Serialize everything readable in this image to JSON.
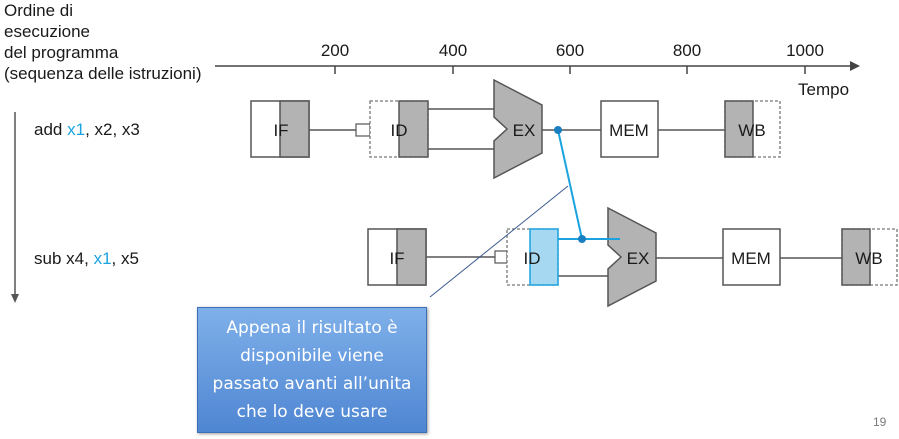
{
  "order_label": [
    "Ordine di",
    "esecuzione",
    "del programma",
    "(sequenza delle istruzioni)"
  ],
  "time_axis": {
    "ticks": [
      "200",
      "400",
      "600",
      "800",
      "1000"
    ],
    "label": "Tempo"
  },
  "instructions": [
    {
      "op": "add",
      "dest": "x1",
      "rest": ", x2, x3",
      "stages": [
        "IF",
        "ID",
        "EX",
        "MEM",
        "WB"
      ]
    },
    {
      "op": "sub",
      "first": "x4, ",
      "src": "x1",
      "rest": ", x5",
      "stages": [
        "IF",
        "ID",
        "EX",
        "MEM",
        "WB"
      ]
    }
  ],
  "callout": {
    "lines": [
      "Appena il risultato è",
      "disponibile viene",
      "passato avanti all’unita",
      "che lo deve usare"
    ]
  },
  "page_number": "19",
  "colors": {
    "forward_path": "#1ba3df",
    "stage_fill": "#b3b3b3",
    "callout_fill": "#5b8fd8"
  }
}
